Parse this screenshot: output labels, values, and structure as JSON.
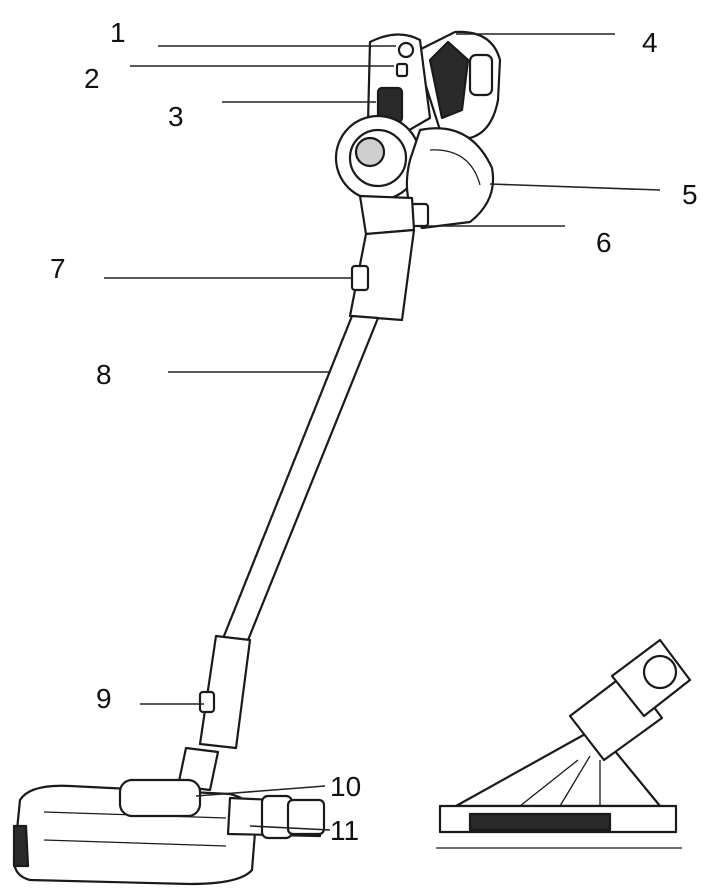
{
  "labels": {
    "l1": "1",
    "l2": "2",
    "l3": "3",
    "l4": "4",
    "l5": "5",
    "l6": "6",
    "l7": "7",
    "l8": "8",
    "l9": "9",
    "l10": "10",
    "l11": "11"
  },
  "colors": {
    "line": "#1a1a1a",
    "background": "#ffffff",
    "shade": "#cfcfcf"
  }
}
